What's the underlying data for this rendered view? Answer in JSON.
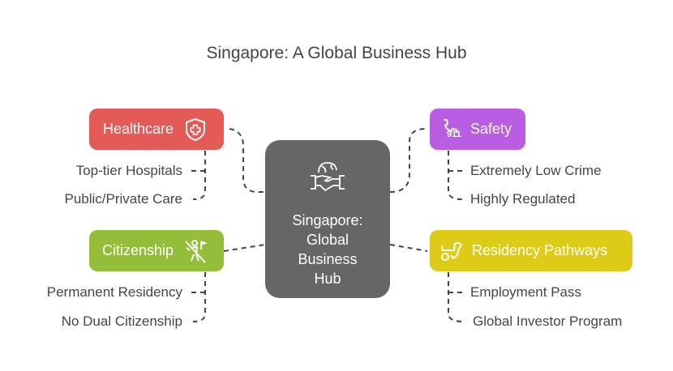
{
  "title": "Singapore: A Global Business Hub",
  "center": {
    "label_lines": [
      "Singapore:",
      "Global",
      "Business",
      "Hub"
    ],
    "icon": "globe-handshake-icon"
  },
  "branches": [
    {
      "label": "Healthcare",
      "icon": "shield-cross-icon",
      "color": "#E35A57",
      "items": [
        "Top-tier Hospitals",
        "Public/Private Care"
      ]
    },
    {
      "label": "Safety",
      "icon": "phone-911-icon",
      "color": "#B95DE2",
      "items": [
        "Extremely Low Crime",
        "Highly Regulated"
      ]
    },
    {
      "label": "Citizenship",
      "icon": "person-flag-icon",
      "color": "#94BE3A",
      "items": [
        "Permanent Residency",
        "No Dual Citizenship"
      ]
    },
    {
      "label": "Residency Pathways",
      "icon": "dog-wheel-icon",
      "color": "#DECB17",
      "items": [
        "Employment Pass",
        "Global Investor Program"
      ]
    }
  ],
  "phone_icon_text": "911"
}
